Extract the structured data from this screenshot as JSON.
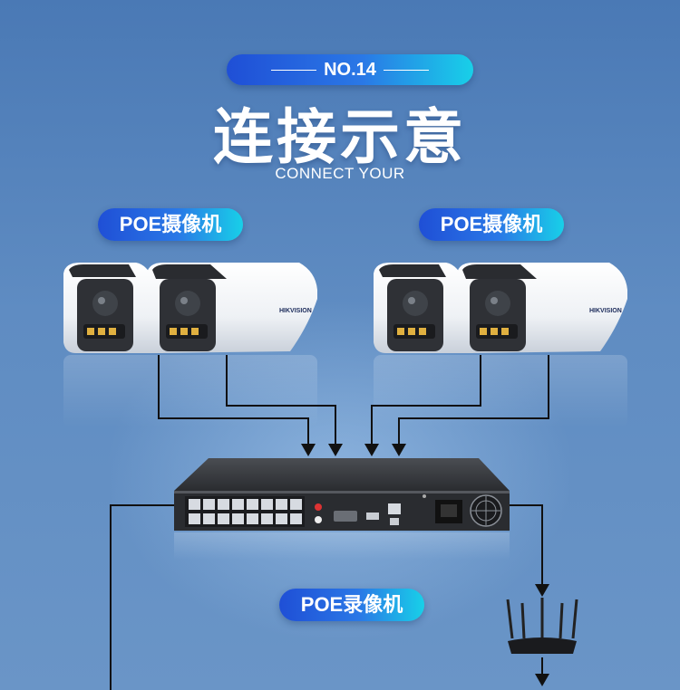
{
  "header": {
    "badge": "NO.14",
    "title": "连接示意",
    "subtitle": "CONNECT YOUR"
  },
  "labels": {
    "camera_group_left": "POE摄像机",
    "camera_group_right": "POE摄像机",
    "recorder": "POE录像机"
  },
  "camera_brand": "HIKVISION",
  "colors": {
    "pill_start": "#1f4fd6",
    "pill_end": "#18d0e8",
    "line": "#111111",
    "background": "#5a87bf"
  }
}
